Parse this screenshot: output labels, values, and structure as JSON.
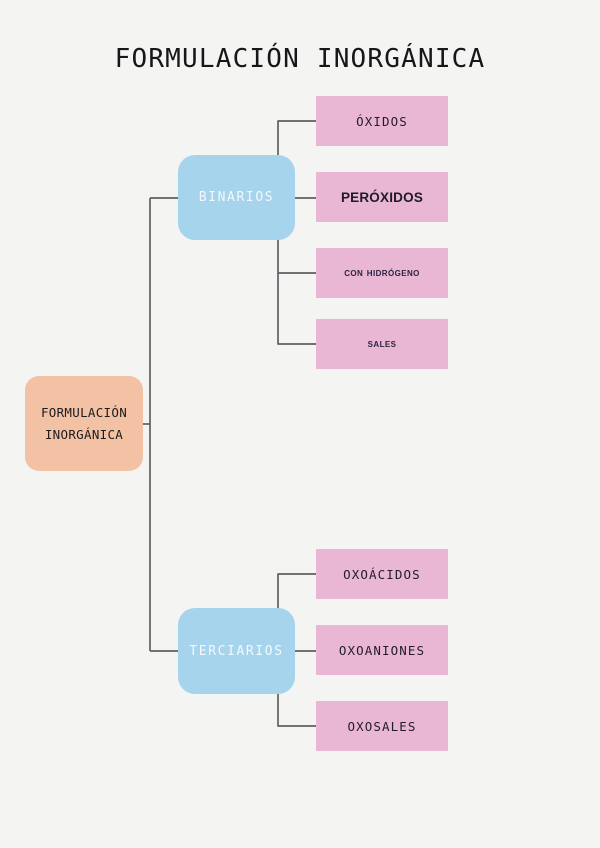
{
  "page": {
    "title": "FORMULACIÓN INORGÁNICA",
    "background_color": "#f4f4f3",
    "connector_color": "#5f6063"
  },
  "palette": {
    "root": "#f3c2a5",
    "branch": "#a6d4ed",
    "leaf": "#e9b6d4",
    "root_text": "#1c1c1e",
    "branch_text": "#f2f8fc",
    "leaf_text": "#231c2b"
  },
  "diagram": {
    "type": "tree",
    "root": {
      "label_line1": "FORMULACIÓN",
      "label_line2": "INORGÁNICA",
      "color": "#f3c2a5"
    },
    "branches": [
      {
        "id": "binarios",
        "label": "BINARIOS",
        "color": "#a6d4ed",
        "leaves": [
          {
            "id": "oxidos",
            "label": "ÓXIDOS",
            "style": "mono"
          },
          {
            "id": "peroxidos",
            "label": "PERÓXIDOS",
            "style": "sans"
          },
          {
            "id": "con-hidrogeno",
            "label": "CON HIDRÓGENO",
            "style": "smallcaps"
          },
          {
            "id": "sales",
            "label": "SALES",
            "style": "smallcaps"
          }
        ]
      },
      {
        "id": "terciarios",
        "label": "TERCIARIOS",
        "color": "#a6d4ed",
        "leaves": [
          {
            "id": "oxoacidos",
            "label": "OXOÁCIDOS",
            "style": "mono"
          },
          {
            "id": "oxoaniones",
            "label": "OXOANIONES",
            "style": "mono"
          },
          {
            "id": "oxosales",
            "label": "OXOSALES",
            "style": "mono"
          }
        ]
      }
    ]
  }
}
